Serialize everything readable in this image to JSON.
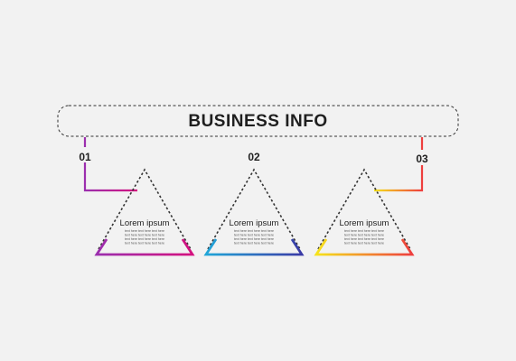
{
  "title": "BUSINESS INFO",
  "colors": {
    "background": "#f2f2f2",
    "text": "#1f1f1f",
    "dashed": "#333333"
  },
  "steps": [
    {
      "number": "01",
      "heading": "Lorem ipsum",
      "body_lines": [
        "text here text here text here",
        "text here text here text here",
        "text here text here text here",
        "text here text here text here"
      ],
      "gradient": [
        "#9b2fae",
        "#d4117f"
      ]
    },
    {
      "number": "02",
      "heading": "Lorem ipsum",
      "body_lines": [
        "text here text here text here",
        "text here text here text here",
        "text here text here text here",
        "text here text here text here"
      ],
      "gradient": [
        "#21a6d8",
        "#3a3aa6"
      ]
    },
    {
      "number": "03",
      "heading": "Lorem ipsum",
      "body_lines": [
        "text here text here text here",
        "text here text here text here",
        "text here text here text here",
        "text here text here text here"
      ],
      "gradient": [
        "#f6e31b",
        "#ee3e3e"
      ]
    }
  ]
}
